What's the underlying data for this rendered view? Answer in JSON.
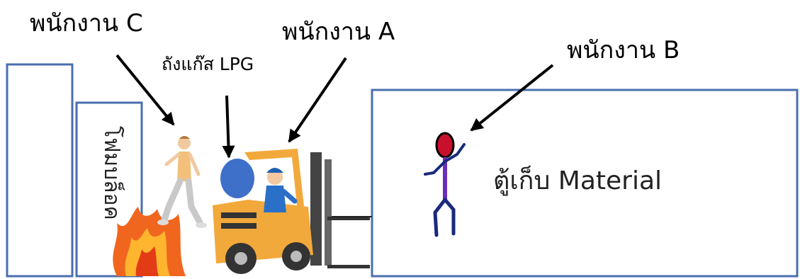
{
  "labels": {
    "worker_c": "พนักงาน C",
    "worker_a": "พนักงาน A",
    "worker_b": "พนักงาน B",
    "lpg_tank": "ถังแก๊ส LPG",
    "foam_block": "โฟมบล็อค",
    "cabinet": "ตู้เก็บ Material"
  },
  "colors": {
    "outline": "#4a6fb0",
    "forklift_body": "#f2a93b",
    "lpg_tank": "#3e6fc9",
    "fire": "#f0661e",
    "worker_b_body": "#6b2fb8",
    "worker_b_legs": "#1a2a7a",
    "worker_b_head": "#c8102e"
  }
}
